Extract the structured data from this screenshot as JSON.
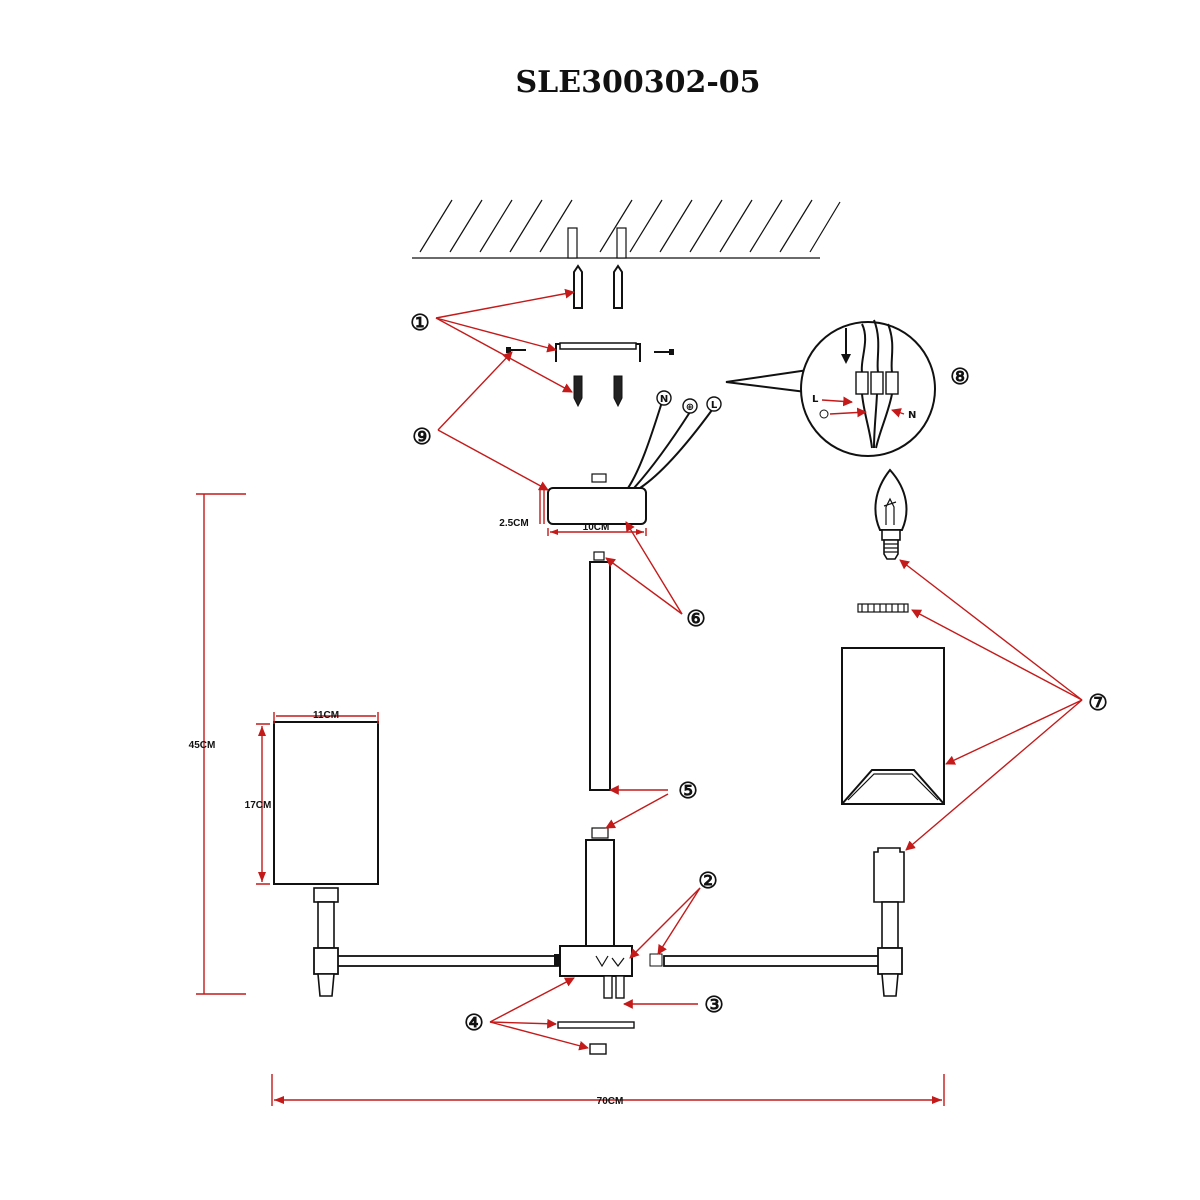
{
  "title": "SLE300302-05",
  "dimensions": {
    "height": "45CM",
    "width": "70CM",
    "shade_width": "11CM",
    "shade_height": "17CM",
    "canopy_height": "2.5CM",
    "canopy_width": "10CM"
  },
  "wire_labels": {
    "n": "N",
    "earth": "⊕",
    "l": "L"
  },
  "callouts": [
    "①",
    "②",
    "③",
    "④",
    "⑤",
    "⑥",
    "⑦",
    "⑧",
    "⑨"
  ]
}
